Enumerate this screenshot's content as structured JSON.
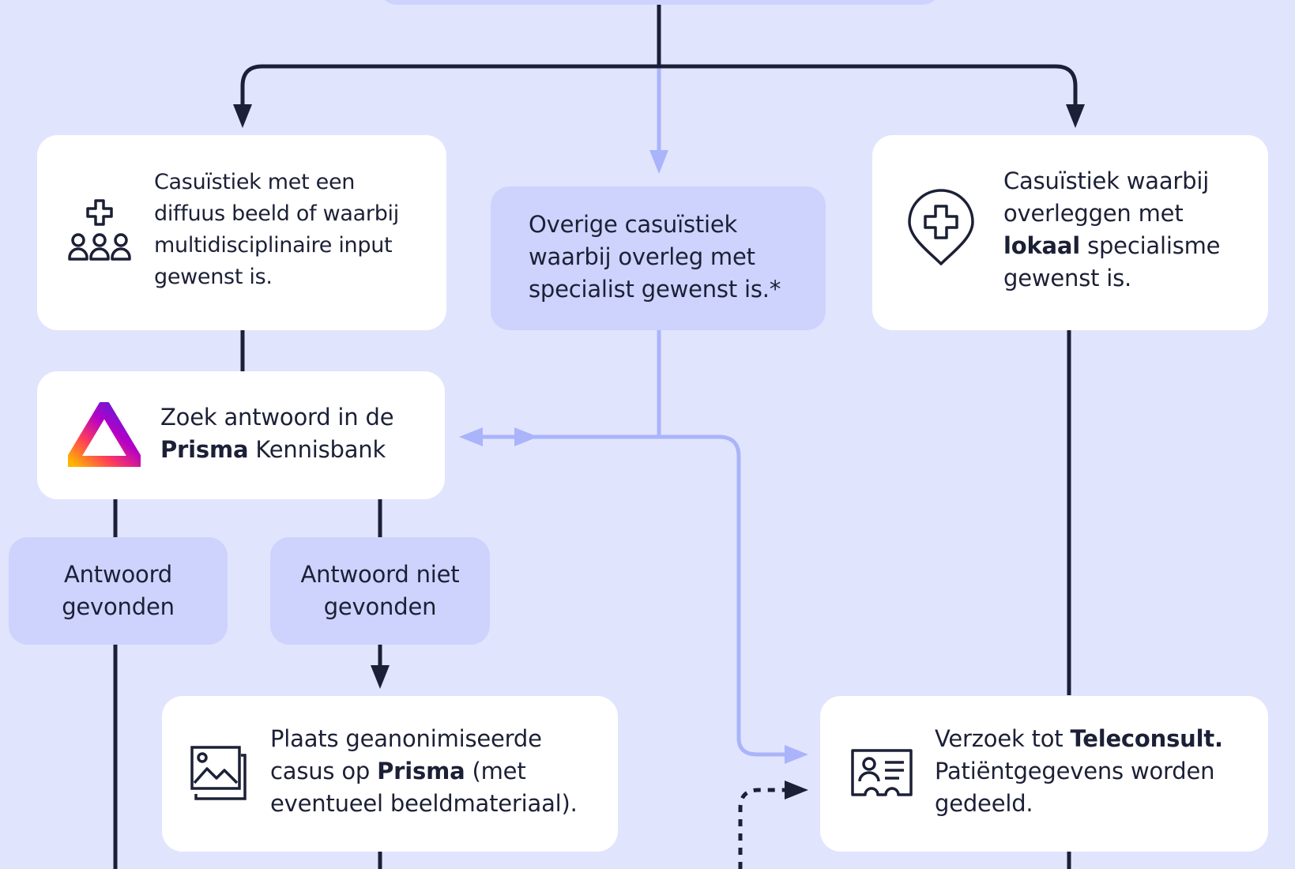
{
  "colors": {
    "background": "#e1e4fd",
    "card": "#ffffff",
    "lavender_box": "#cdd3fd",
    "dark_line": "#1c2036",
    "light_line": "#aab4fb"
  },
  "nodes": {
    "multidisciplinary": {
      "icon": "medical-team-icon",
      "text": "Casuïstiek met een diffuus beeld of waarbij multidisciplinaire input gewenst is."
    },
    "other_cases": {
      "text": "Overige casuïstiek waarbij overleg met specialist gewenst is.*"
    },
    "local_specialism": {
      "icon": "location-cross-icon",
      "text_1": "Casuïstiek waarbij overleggen met",
      "text_bold": "lokaal",
      "text_2": "specialisme gewenst is."
    },
    "prisma_search": {
      "icon": "prisma-logo-icon",
      "text_1": "Zoek antwoord in de",
      "text_bold": "Prisma",
      "text_2": "Kennisbank"
    },
    "answer_found": {
      "text": "Antwoord gevonden"
    },
    "answer_not_found": {
      "text": "Antwoord niet gevonden"
    },
    "place_case": {
      "icon": "image-gallery-icon",
      "text_1": "Plaats geanonimiseerde casus op",
      "text_bold": "Prisma",
      "text_2": "(met eventueel beeldmateriaal)."
    },
    "teleconsult": {
      "icon": "patient-id-card-icon",
      "text_1": "Verzoek tot",
      "text_bold": "Teleconsult.",
      "text_2": "Patiëntgegevens worden gedeeld."
    }
  }
}
